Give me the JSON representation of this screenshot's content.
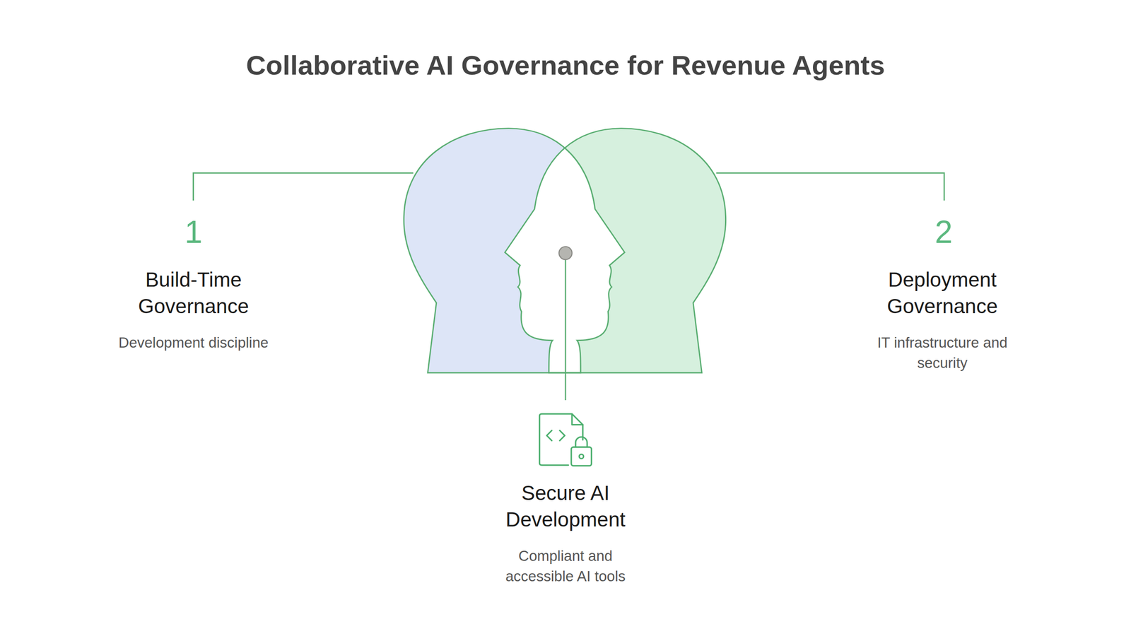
{
  "diagram": {
    "title": "Collaborative AI Governance for Revenue Agents",
    "labels": [
      "1",
      "Build-Time Governance",
      "Development discipline",
      "2",
      "Deployment Governance",
      "IT infrastructure and security",
      "Secure AI Development",
      "Compliant and accessible AI tools"
    ]
  }
}
